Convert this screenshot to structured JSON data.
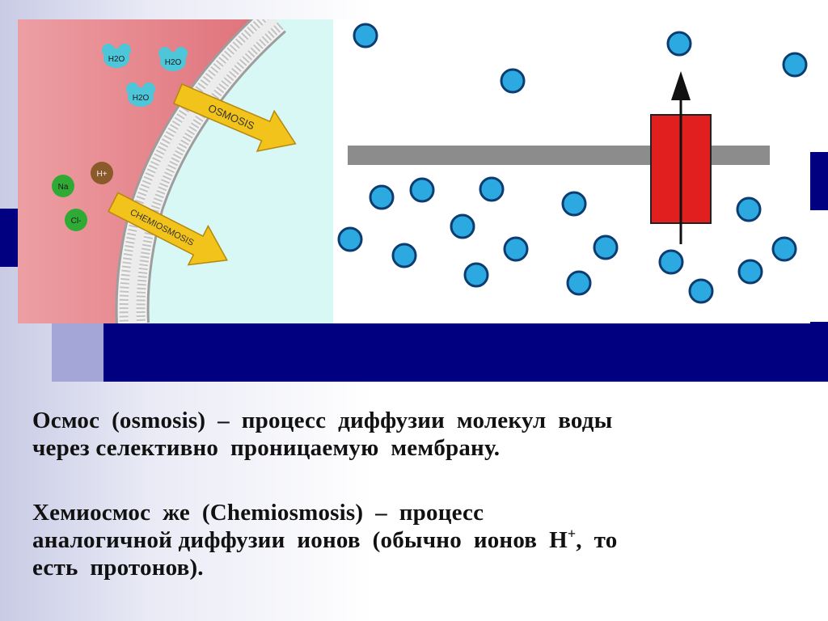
{
  "left_panel": {
    "molecule_labels": [
      "H2O",
      "H2O",
      "H2O"
    ],
    "ion_labels": [
      "Na",
      "H+",
      "Cl-"
    ],
    "arrow_labels": [
      "OSMOSIS",
      "CHEMIOSMOSIS"
    ],
    "colors": {
      "extracellular": "#e58a8f",
      "intracellular": "#d8f8f6",
      "arrow": "#f2c31b",
      "ion_green": "#2fab35",
      "ion_brown": "#8a5a2b",
      "water": "#4cc6d8"
    }
  },
  "right_panel": {
    "colors": {
      "particle": "#2ba9e0",
      "membrane": "#8c8c8c",
      "channel": "#e21f1f",
      "arrow": "#111111"
    }
  },
  "paragraphs": {
    "p1": {
      "line1": "Осмос  (osmosis)  –  процесс  диффузии  молекул  воды",
      "line2": "через селективно  проницаемую  мембрану."
    },
    "p2": {
      "line1": "Хемиосмос  же  (Chemiosmosis)  –  процесс",
      "line2_pre": "аналогичной диффузии  ионов  (обычно  ионов  H",
      "line2_sup": "+",
      "line2_post": ",  то",
      "line3": "есть  протонов)."
    }
  }
}
